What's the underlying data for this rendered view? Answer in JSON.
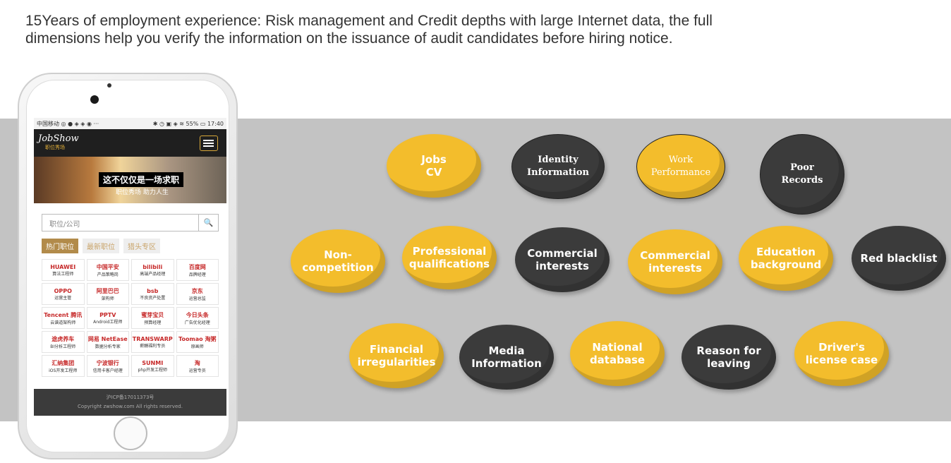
{
  "intro": {
    "line1": "15Years of employment experience:  Risk management and Credit depths with large Internet data, the full",
    "line2": "dimensions help you verify the information on the issuance of audit candidates before hiring notice."
  },
  "phone": {
    "status_left": "中国移动 ◎ ● ◈ ◈ ◉ ···",
    "status_right": "✱ ◷ ▣ ◈ ≋ 55% ▭ 17:40",
    "logo_main": "JobShow",
    "logo_sub": "职位秀场",
    "banner_title": "这不仅仅是一场求职",
    "banner_subtitle": "职位秀场 助力人生",
    "search_placeholder": "职位/公司",
    "search_icon": "magnifier-icon",
    "tabs": [
      "热门职位",
      "最新职位",
      "猎头专区"
    ],
    "companies": [
      {
        "logo": "HUAWEI",
        "job": "算法工程师"
      },
      {
        "logo": "中国平安",
        "job": "产品策略岗"
      },
      {
        "logo": "bilibili",
        "job": "高端产品经理"
      },
      {
        "logo": "百度网",
        "job": "品牌经理"
      },
      {
        "logo": "OPPO",
        "job": "运营主管"
      },
      {
        "logo": "阿里巴巴",
        "job": "架构师"
      },
      {
        "logo": "bsb",
        "job": "不良资产处置"
      },
      {
        "logo": "京东",
        "job": "运营总监"
      },
      {
        "logo": "Tencent 腾讯",
        "job": "云谱道架构师"
      },
      {
        "logo": "PPTV",
        "job": "Android工程师"
      },
      {
        "logo": "蜜芽宝贝",
        "job": "预算经理"
      },
      {
        "logo": "今日头条",
        "job": "广告优化经理"
      },
      {
        "logo": "途虎养车",
        "job": "BI分析工程师"
      },
      {
        "logo": "网易 NetEase",
        "job": "数据分析专家"
      },
      {
        "logo": "TRANSWARP",
        "job": "薪酬福利专员"
      },
      {
        "logo": "Toomao 淘粥",
        "job": "原画师"
      },
      {
        "logo": "汇纳集团",
        "job": "iOS开发工程师"
      },
      {
        "logo": "宁波银行",
        "job": "信用卡客户经理"
      },
      {
        "logo": "SUNMI",
        "job": "php开发工程师"
      },
      {
        "logo": "淘",
        "job": "运营专员"
      }
    ],
    "footer_icp": "沪ICP备17011373号",
    "footer_copyright": "Copyright zwshow.com All rights reserved."
  },
  "bubbles": {
    "jobs_cv": "Jobs\nCV",
    "identity": "Identity\nInformation",
    "work_performance": "Work\nPerformance",
    "poor_records": "Poor\nRecords",
    "non_competition": "Non-\ncompetition",
    "professional": "Professional\nqualifications",
    "commercial_1": "Commercial\ninterests",
    "commercial_2": "Commercial\ninterests",
    "education": "Education\nbackground",
    "red_blacklist": "Red blacklist",
    "financial": "Financial\nirregularities",
    "media": "Media\nInformation",
    "national": "National\ndatabase",
    "reason": "Reason for\nleaving",
    "drivers": "Driver's\nlicense case"
  },
  "colors": {
    "yellow": "#f3bd2c",
    "dark": "#3b3b3b",
    "band": "#c3c3c3"
  }
}
